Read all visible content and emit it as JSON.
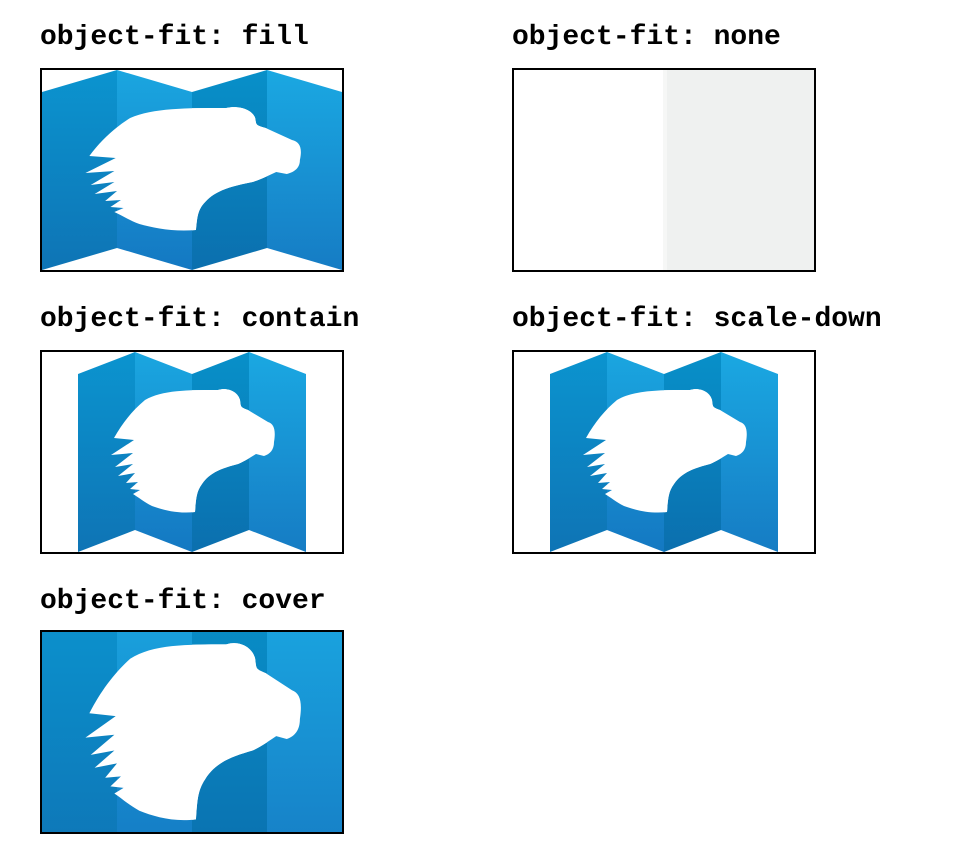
{
  "demos": [
    {
      "label": "object-fit: fill",
      "mode": "fill"
    },
    {
      "label": "object-fit: none",
      "mode": "none"
    },
    {
      "label": "object-fit: contain",
      "mode": "contain"
    },
    {
      "label": "object-fit: scale-down",
      "mode": "scale-down"
    },
    {
      "label": "object-fit: cover",
      "mode": "cover"
    }
  ],
  "image": {
    "icon": "folded-map-bear-head-icon",
    "colors": {
      "panel_dark": "#0a8bc9",
      "panel_light": "#1aa5e0",
      "panel_bottom": "#1279c0",
      "head_white": "#ffffff",
      "head_grey": "#eff1f0",
      "frame_border": "#000000"
    }
  }
}
